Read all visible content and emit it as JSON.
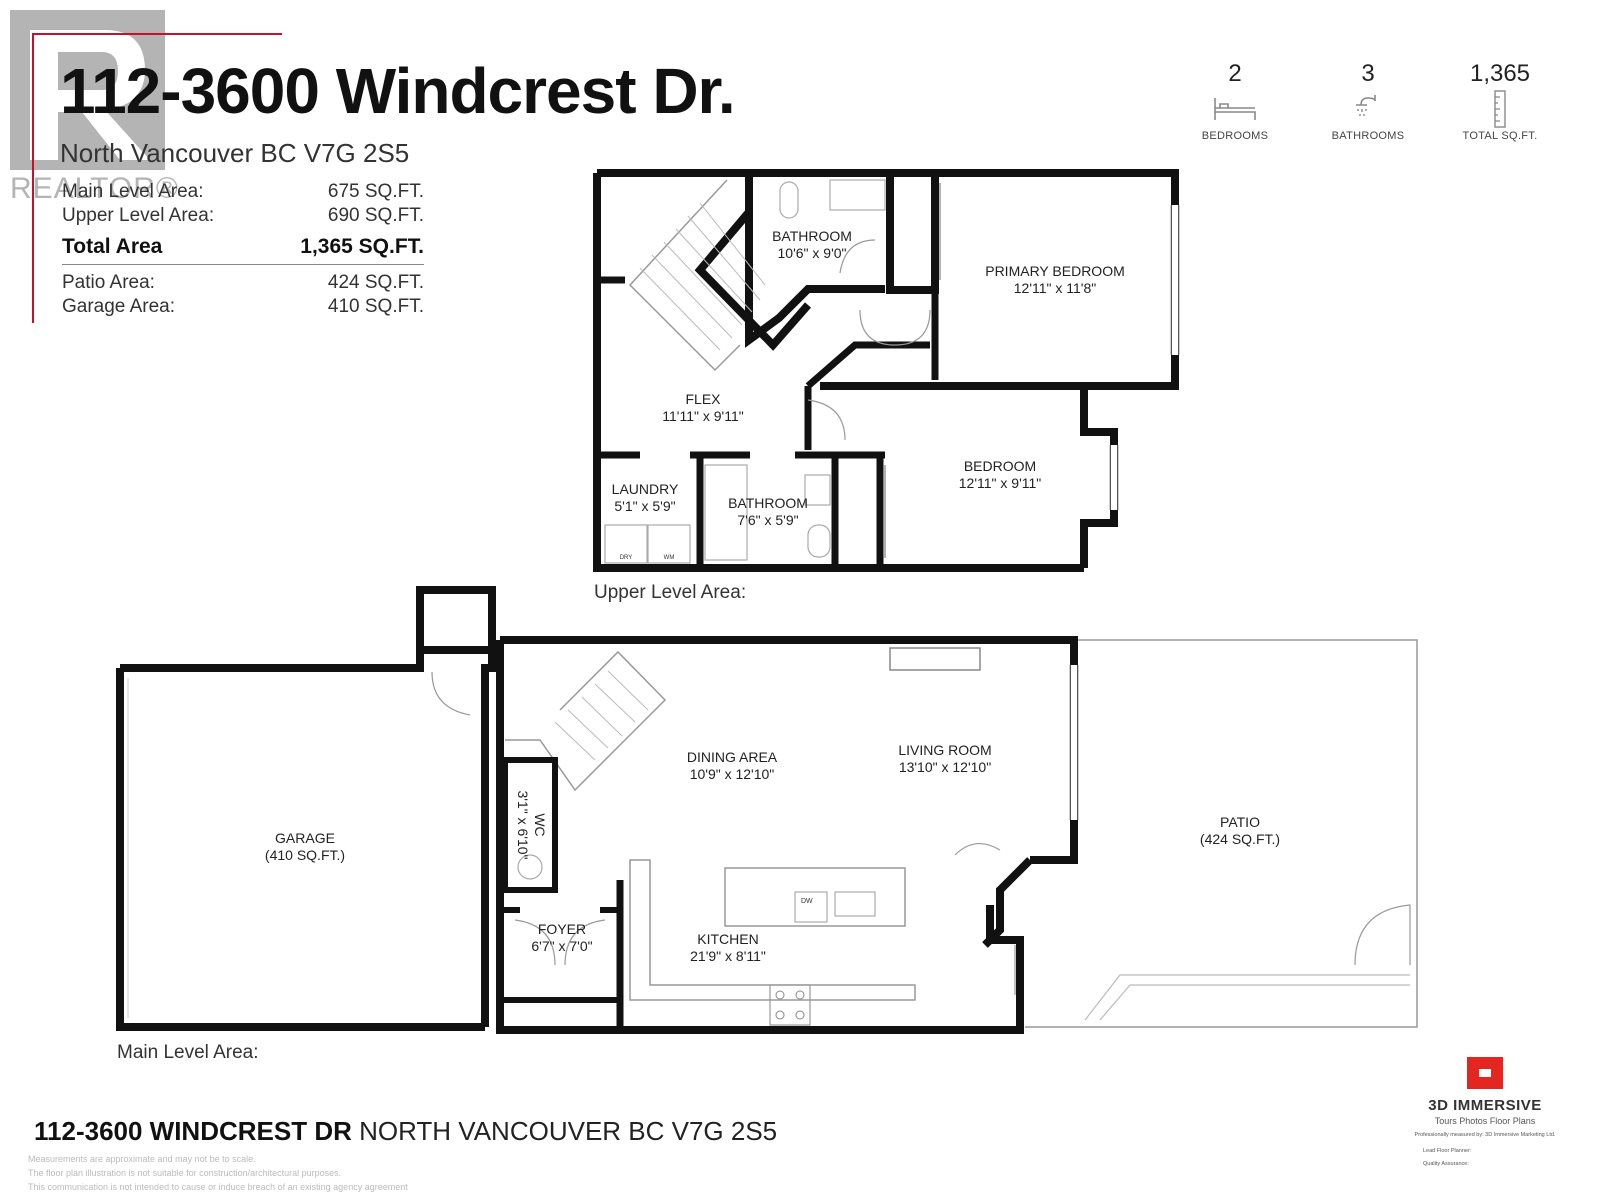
{
  "header": {
    "title": "112-3600 Windcrest Dr.",
    "address": "North Vancouver BC V7G 2S5"
  },
  "areas": [
    {
      "label": "Main Level Area:",
      "value": "675 SQ.FT."
    },
    {
      "label": "Upper Level Area:",
      "value": "690 SQ.FT."
    }
  ],
  "total_area": {
    "label": "Total Area",
    "value": "1,365 SQ.FT."
  },
  "extra_areas": [
    {
      "label": "Patio Area:",
      "value": "424 SQ.FT."
    },
    {
      "label": "Garage Area:",
      "value": "410 SQ.FT."
    }
  ],
  "stats": [
    {
      "value": "2",
      "label": "BEDROOMS",
      "icon": "bed-icon"
    },
    {
      "value": "3",
      "label": "BATHROOMS",
      "icon": "shower-icon"
    },
    {
      "value": "1,365",
      "label": "TOTAL SQ.FT.",
      "icon": "ruler-icon"
    }
  ],
  "watermark": {
    "text": "REALTOR®"
  },
  "upper_level": {
    "label": "Upper Level Area:",
    "rooms": {
      "bathroom_upper": {
        "name": "BATHROOM",
        "dims": "10'6\" x 9'0\""
      },
      "primary_bedroom": {
        "name": "PRIMARY BEDROOM",
        "dims": "12'11\" x 11'8\""
      },
      "flex": {
        "name": "FLEX",
        "dims": "11'11\" x 9'11\""
      },
      "laundry": {
        "name": "LAUNDRY",
        "dims": "5'1\" x 5'9\""
      },
      "bathroom_lower": {
        "name": "BATHROOM",
        "dims": "7'6\" x 5'9\""
      },
      "bedroom": {
        "name": "BEDROOM",
        "dims": "12'11\" x 9'11\""
      }
    },
    "fixtures": {
      "washer": "WM",
      "dryer": "DRY"
    }
  },
  "main_level": {
    "label": "Main Level Area:",
    "rooms": {
      "garage": {
        "name": "GARAGE",
        "dims": "(410 SQ.FT.)"
      },
      "wc": {
        "name": "WC",
        "dims": "3'1\" x 6'10\""
      },
      "dining": {
        "name": "DINING AREA",
        "dims": "10'9\" x 12'10\""
      },
      "living": {
        "name": "LIVING ROOM",
        "dims": "13'10\" x 12'10\""
      },
      "patio": {
        "name": "PATIO",
        "dims": "(424 SQ.FT.)"
      },
      "foyer": {
        "name": "FOYER",
        "dims": "6'7\" x 7'0\""
      },
      "kitchen": {
        "name": "KITCHEN",
        "dims": "21'9\" x 8'11\""
      }
    },
    "fixtures": {
      "dishwasher": "DW"
    }
  },
  "footer": {
    "address_bold": "112-3600 WINDCREST DR",
    "address_rest": " NORTH VANCOUVER BC V7G 2S5",
    "disclaimers": [
      "Measurements are approximate and may not be to scale.",
      "The floor plan illustration is not suitable for construction/architectural purposes.",
      "This communication is not intended to cause or induce breach of an existing agency agreement"
    ]
  },
  "brand": {
    "name": "3D IMMERSIVE",
    "tagline": "Tours  Photos  Floor Plans",
    "credit": "Professionally measured by: 3D Immersive Marketing Ltd.",
    "lead_label": "Lead Floor Planner:",
    "qa_label": "Quality Assurance:",
    "colors": {
      "accent": "#e3261f"
    }
  }
}
